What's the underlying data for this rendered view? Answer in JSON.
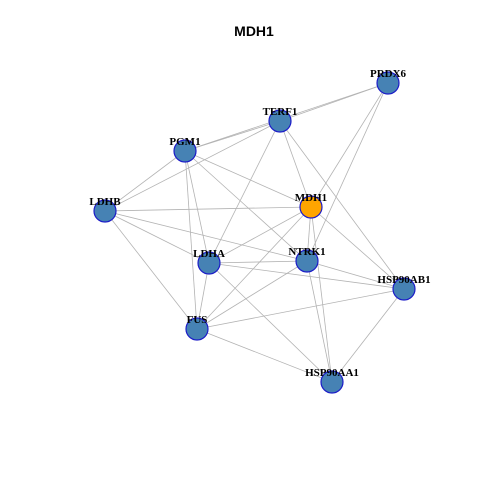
{
  "title": "MDH1",
  "colors": {
    "node_default": "#4682b4",
    "node_focus": "#ffa500",
    "node_border": "#1c1cc8",
    "edge": "#b3b3b3"
  },
  "nodes": [
    {
      "id": "MDH1",
      "label": "MDH1",
      "focus": true
    },
    {
      "id": "PRDX6",
      "label": "PRDX6",
      "focus": false
    },
    {
      "id": "TERF1",
      "label": "TERF1",
      "focus": false
    },
    {
      "id": "PGM1",
      "label": "PGM1",
      "focus": false
    },
    {
      "id": "LDHB",
      "label": "LDHB",
      "focus": false
    },
    {
      "id": "LDHA",
      "label": "LDHA",
      "focus": false
    },
    {
      "id": "NTRK1",
      "label": "NTRK1",
      "focus": false
    },
    {
      "id": "HSP90AB1",
      "label": "HSP90AB1",
      "focus": false
    },
    {
      "id": "FUS",
      "label": "FUS",
      "focus": false
    },
    {
      "id": "HSP90AA1",
      "label": "HSP90AA1",
      "focus": false
    }
  ],
  "edges": [
    [
      "PRDX6",
      "TERF1"
    ],
    [
      "PRDX6",
      "PGM1"
    ],
    [
      "PRDX6",
      "MDH1"
    ],
    [
      "PRDX6",
      "NTRK1"
    ],
    [
      "TERF1",
      "PGM1"
    ],
    [
      "TERF1",
      "LDHB"
    ],
    [
      "TERF1",
      "MDH1"
    ],
    [
      "TERF1",
      "LDHA"
    ],
    [
      "TERF1",
      "HSP90AB1"
    ],
    [
      "PGM1",
      "LDHB"
    ],
    [
      "PGM1",
      "MDH1"
    ],
    [
      "PGM1",
      "LDHA"
    ],
    [
      "PGM1",
      "NTRK1"
    ],
    [
      "PGM1",
      "FUS"
    ],
    [
      "LDHB",
      "MDH1"
    ],
    [
      "LDHB",
      "LDHA"
    ],
    [
      "LDHB",
      "NTRK1"
    ],
    [
      "LDHB",
      "FUS"
    ],
    [
      "MDH1",
      "LDHA"
    ],
    [
      "MDH1",
      "NTRK1"
    ],
    [
      "MDH1",
      "HSP90AB1"
    ],
    [
      "MDH1",
      "FUS"
    ],
    [
      "MDH1",
      "HSP90AA1"
    ],
    [
      "LDHA",
      "NTRK1"
    ],
    [
      "LDHA",
      "HSP90AB1"
    ],
    [
      "LDHA",
      "FUS"
    ],
    [
      "LDHA",
      "HSP90AA1"
    ],
    [
      "NTRK1",
      "HSP90AB1"
    ],
    [
      "NTRK1",
      "FUS"
    ],
    [
      "NTRK1",
      "HSP90AA1"
    ],
    [
      "HSP90AB1",
      "FUS"
    ],
    [
      "HSP90AB1",
      "HSP90AA1"
    ],
    [
      "FUS",
      "HSP90AA1"
    ]
  ]
}
